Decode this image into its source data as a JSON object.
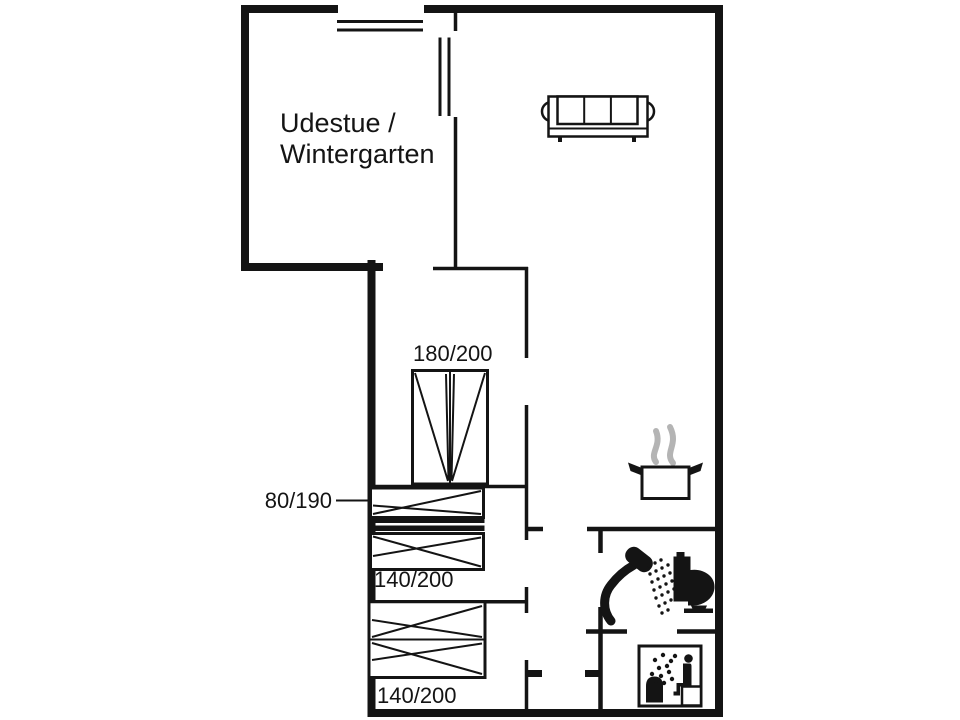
{
  "colors": {
    "line": "#141414",
    "bg": "#ffffff",
    "steam": "#b4b4b4"
  },
  "room_label": {
    "line1": "Udestue /",
    "line2": "Wintergarten"
  },
  "bed_labels": {
    "double_top": "180/200",
    "single": "80/190",
    "middle": "140/200",
    "bottom": "140/200"
  },
  "icons": [
    "sofa-icon",
    "window-icon",
    "cooking-pot-icon",
    "steam-icon",
    "shower-icon",
    "toilet-icon",
    "sauna-icon"
  ]
}
